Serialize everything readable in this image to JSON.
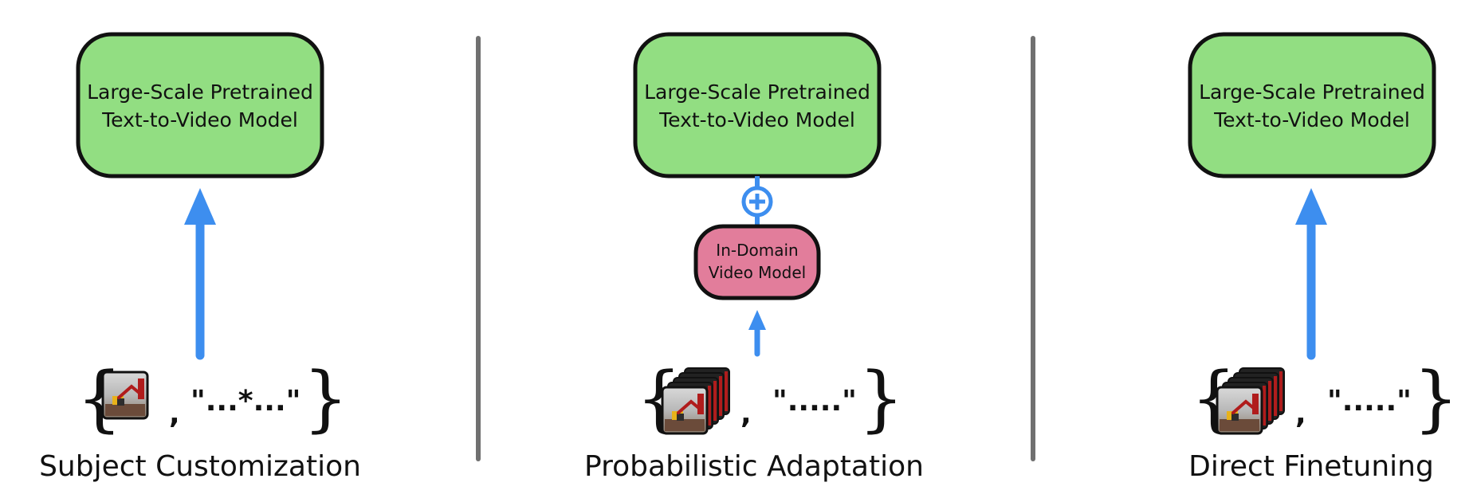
{
  "colors": {
    "model_box_fill": "#92DE82",
    "domain_box_fill": "#E27D9B",
    "arrow": "#3D8EEF",
    "divider": "#707070",
    "stroke": "#111111"
  },
  "panels": [
    {
      "model_box": {
        "line1": "Large-Scale Pretrained",
        "line2": "Text-to-Video Model"
      },
      "input_text": "\"...*...\"",
      "caption": "Subject Customization"
    },
    {
      "model_box": {
        "line1": "Large-Scale Pretrained",
        "line2": "Text-to-Video Model"
      },
      "adapter_box": {
        "line1": "In-Domain",
        "line2": "Video Model"
      },
      "combine_icon": "plus-circle-icon",
      "input_text": "\".....\"",
      "caption": "Probabilistic Adaptation"
    },
    {
      "model_box": {
        "line1": "Large-Scale Pretrained",
        "line2": "Text-to-Video Model"
      },
      "input_text": "\".....\"",
      "caption": "Direct Finetuning"
    }
  ]
}
